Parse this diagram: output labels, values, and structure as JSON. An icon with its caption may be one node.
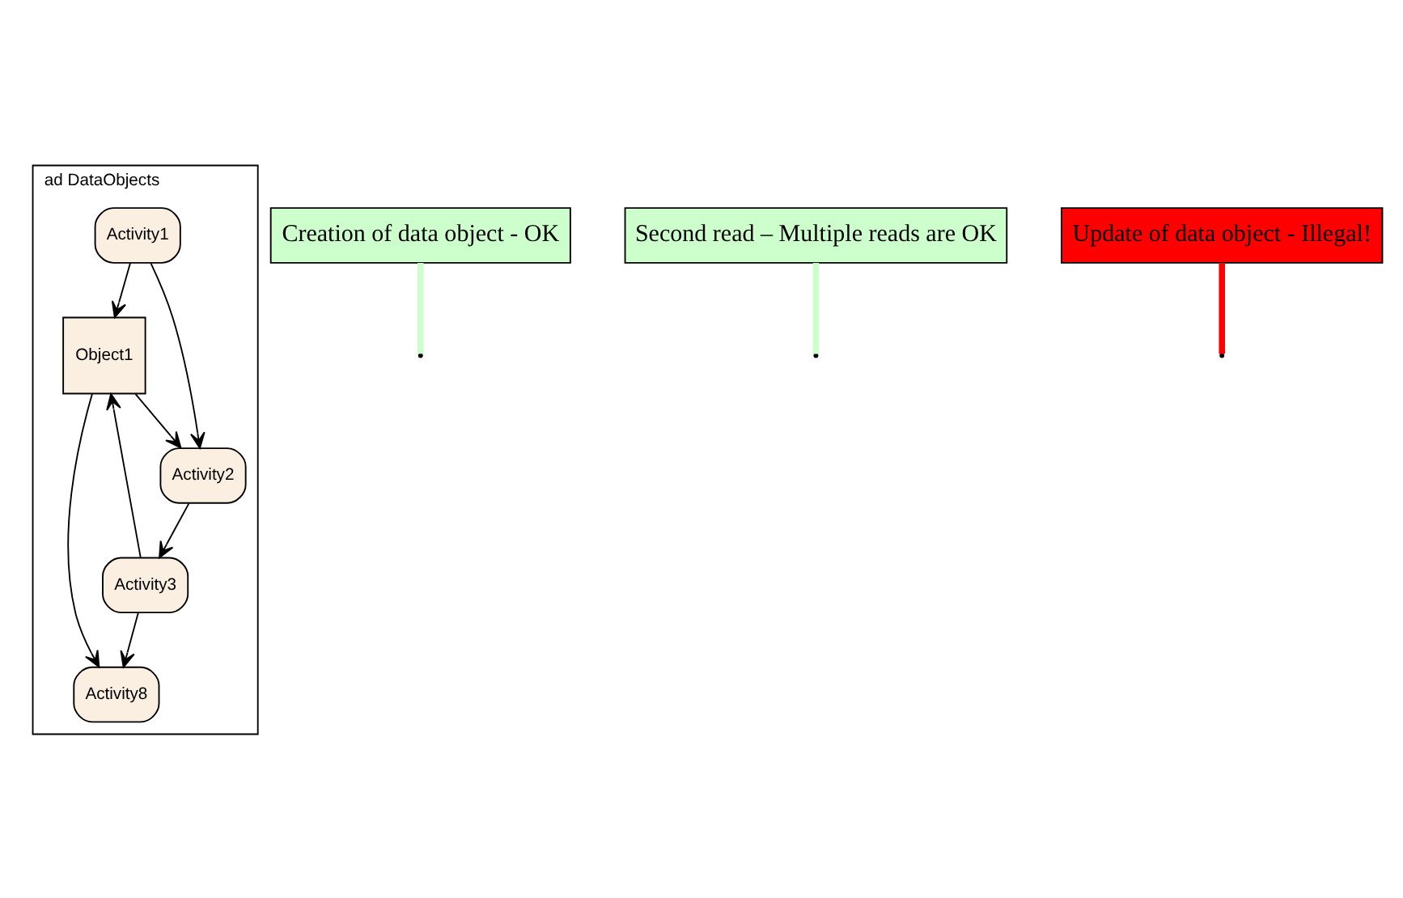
{
  "diagram": {
    "nodes": [
      {
        "text": [
          "ad DataObjects"
        ]
      },
      {
        "text": [
          "Activity1"
        ],
        "in": 0
      },
      {
        "text": [
          "Object1"
        ],
        "in": 0
      },
      {
        "text": [
          "Activity2"
        ],
        "in": 0
      },
      {
        "text": [
          "Activity3"
        ],
        "in": 0
      },
      {
        "text": [
          "Activity8"
        ],
        "in": 0
      },
      {
        "text": [
          "Creation of data object - OK"
        ]
      },
      {
        "text": [
          "Second read – Multiple reads are OK"
        ]
      },
      {
        "text": [
          "Update of data object - Illegal!"
        ]
      }
    ],
    "edges": [
      {
        "from": 1,
        "to": 2,
        "arrow": "to"
      },
      {
        "from": 1,
        "to": 3,
        "arrow": "to"
      },
      {
        "from": 2,
        "to": 3,
        "arrow": "to"
      },
      {
        "from": 3,
        "to": 4,
        "arrow": "to"
      },
      {
        "from": 4,
        "to": 2,
        "arrow": "to"
      },
      {
        "from": 2,
        "to": 5,
        "arrow": "to"
      },
      {
        "from": 4,
        "to": 5,
        "arrow": "to"
      },
      {
        "from": 6,
        "to": null,
        "arrow": "none",
        "color": "#ccffcc",
        "style": "thick"
      },
      {
        "from": 7,
        "to": null,
        "arrow": "none",
        "color": "#ccffcc",
        "style": "thick"
      },
      {
        "from": 8,
        "to": null,
        "arrow": "none",
        "color": "#ff0000",
        "style": "thick"
      }
    ]
  }
}
